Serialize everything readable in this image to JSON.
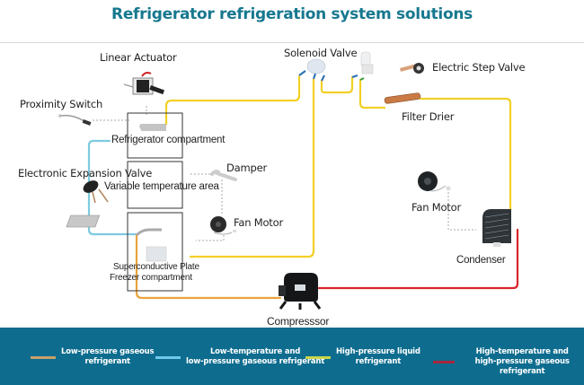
{
  "title": "Refrigerator refrigeration system solutions",
  "colors": {
    "title": "#16788f",
    "legend_background": "#0e6d8f",
    "low_pressure_gas": "#e8a33c",
    "low_temp_low_pressure_gas": "#7ecbe0",
    "high_pressure_liquid": "#f2d027",
    "high_temp_high_pressure_gas": "#d9262b"
  },
  "components": {
    "linear_actuator": "Linear Actuator",
    "proximity_switch": "Proximity Switch",
    "refrigerator_compartment": "Refrigerator compartment",
    "electronic_expansion_valve": "Electronic Expansion Valve",
    "variable_temperature_area": "Variable temperature area",
    "damper": "Damper",
    "fan_motor_inner": "Fan Motor",
    "superconductive_plate": "Superconductive Plate",
    "freezer_compartment": "Freezer compartment",
    "solenoid_valve": "Solenoid Valve",
    "electric_step_valve": "Electric Step Valve",
    "filter_drier": "Filter Drier",
    "fan_motor_outer": "Fan Motor",
    "condenser": "Condenser",
    "compressor": "Compresssor"
  },
  "legend": [
    {
      "line1": "Low-pressure gaseous",
      "line2": "refrigerant",
      "color_key": "low_pressure_gas"
    },
    {
      "line1": "Low-temperature and",
      "line2": "low-pressure gaseous refrigerant",
      "color_key": "low_temp_low_pressure_gas"
    },
    {
      "line1": "High-pressure liquid",
      "line2": "refrigerant",
      "color_key": "high_pressure_liquid"
    },
    {
      "line1": "High-temperature and",
      "line2": "high-pressure gaseous refrigerant",
      "color_key": "high_temp_high_pressure_gas"
    }
  ]
}
